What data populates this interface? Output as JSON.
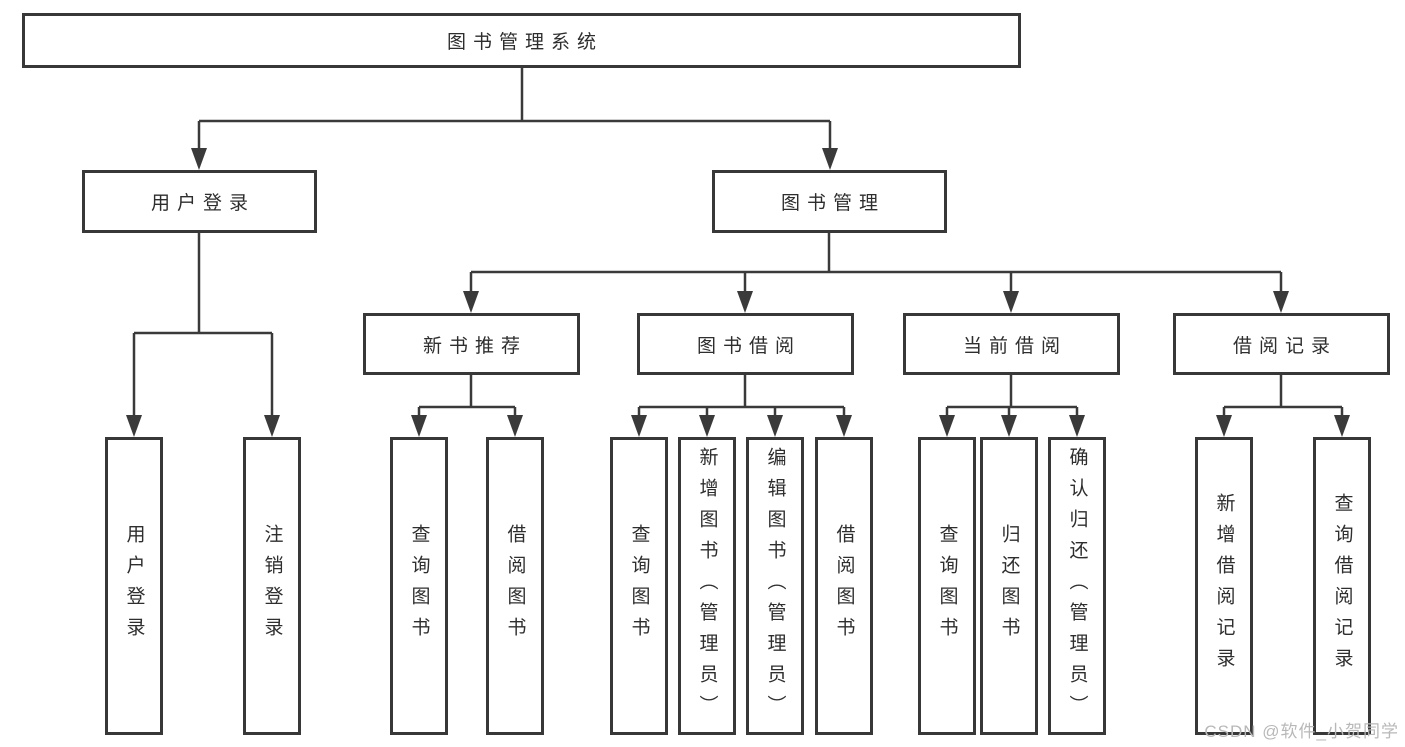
{
  "diagram": {
    "type": "function-structure-tree",
    "line_color": "#3a3a3a",
    "box_border_color": "#383838",
    "background_color": "#ffffff",
    "tree": {
      "label": "图书管理系统",
      "children": [
        {
          "label": "用户登录",
          "children": [
            {
              "label": "用户登录"
            },
            {
              "label": "注销登录"
            }
          ]
        },
        {
          "label": "图书管理",
          "children": [
            {
              "label": "新书推荐",
              "children": [
                {
                  "label": "查询图书"
                },
                {
                  "label": "借阅图书"
                }
              ]
            },
            {
              "label": "图书借阅",
              "children": [
                {
                  "label": "查询图书"
                },
                {
                  "label": "新增图书（管理员）"
                },
                {
                  "label": "编辑图书（管理员）"
                },
                {
                  "label": "借阅图书"
                }
              ]
            },
            {
              "label": "当前借阅",
              "children": [
                {
                  "label": "查询图书"
                },
                {
                  "label": "归还图书"
                },
                {
                  "label": "确认归还（管理员）"
                }
              ]
            },
            {
              "label": "借阅记录",
              "children": [
                {
                  "label": "新增借阅记录"
                },
                {
                  "label": "查询借阅记录"
                }
              ]
            }
          ]
        }
      ]
    }
  },
  "watermark": {
    "text": "CSDN @软件_小贺同学",
    "color": "#b8b8b8"
  }
}
